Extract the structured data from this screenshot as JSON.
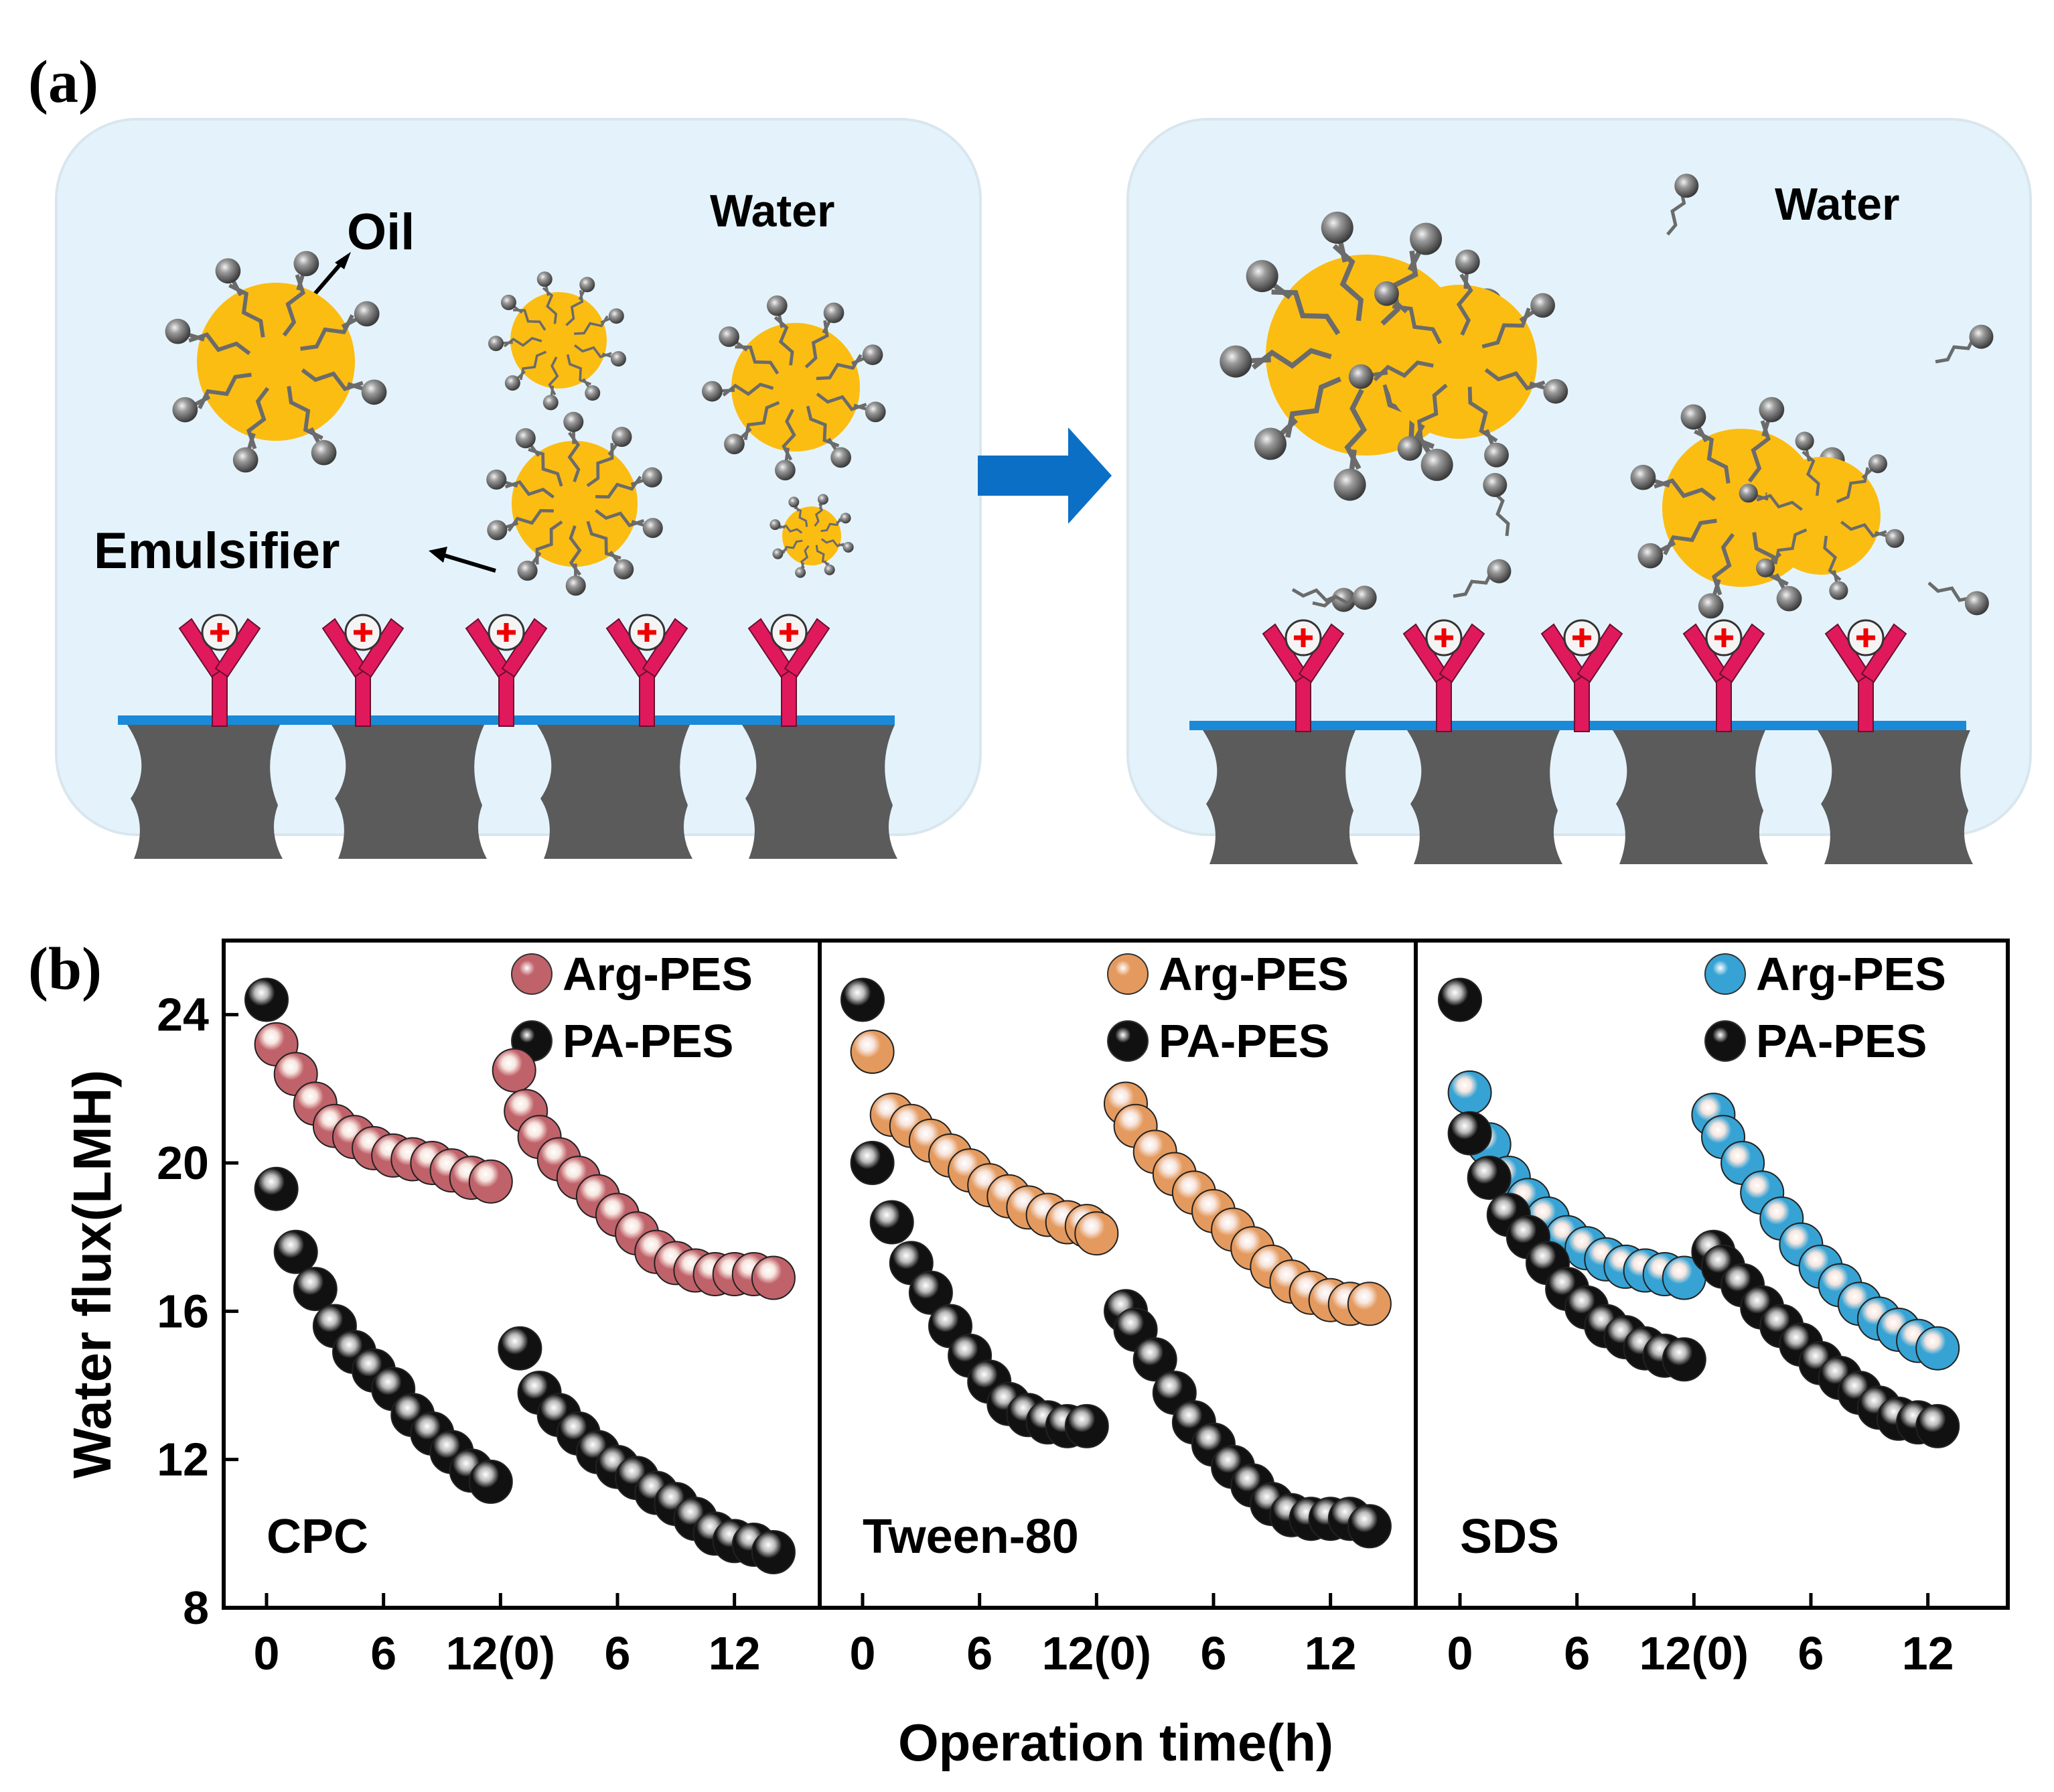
{
  "panel_a": {
    "label": "(a)",
    "left": {
      "water": "Water",
      "oil": "Oil",
      "emulsifier": "Emulsifier"
    },
    "right": {
      "water": "Water"
    },
    "colors": {
      "background": "#e4f3fb",
      "oil": "#fbbd12",
      "membrane": "#1a8ad8",
      "support": "#5b5b5b",
      "antibody": "#e0195d",
      "arrow": "#0b6fc6"
    }
  },
  "panel_b": {
    "label": "(b)"
  },
  "chart_data": {
    "type": "scatter",
    "ylabel": "Water flux(LMH)",
    "xlabel": "Operation time(h)",
    "ylim": [
      8,
      26
    ],
    "yticks": [
      8,
      12,
      16,
      20,
      24
    ],
    "xticks_labels": [
      "0",
      "6",
      "12(0)",
      "6",
      "12"
    ],
    "grid": false,
    "legend_placement": "top-right",
    "panels": [
      {
        "name": "CPC",
        "series": [
          {
            "name": "Arg-PES",
            "color": "#c0626a",
            "x": [
              0.5,
              1.5,
              2.5,
              3.5,
              4.5,
              5.5,
              6.5,
              7.5,
              8.5,
              9.5,
              10.5,
              11.5
            ],
            "y": [
              23.2,
              22.4,
              21.6,
              21.0,
              20.7,
              20.4,
              20.2,
              20.1,
              20.0,
              19.8,
              19.6,
              19.5
            ],
            "x2": [
              12.7,
              13.3,
              14,
              15,
              16,
              17,
              18,
              19,
              20,
              21,
              22,
              23,
              24,
              25,
              26
            ],
            "y2": [
              22.5,
              21.4,
              20.7,
              20.1,
              19.6,
              19.1,
              18.6,
              18.1,
              17.6,
              17.3,
              17.1,
              17.0,
              17.0,
              17.0,
              16.9
            ]
          },
          {
            "name": "PA-PES",
            "color": "#111111",
            "x": [
              0,
              0.5,
              1.5,
              2.5,
              3.5,
              4.5,
              5.5,
              6.5,
              7.5,
              8.5,
              9.5,
              10.5,
              11.5
            ],
            "y": [
              24.4,
              19.3,
              17.6,
              16.6,
              15.6,
              14.9,
              14.4,
              13.9,
              13.2,
              12.7,
              12.2,
              11.7,
              11.4
            ],
            "x2": [
              13,
              14,
              15,
              16,
              17,
              18,
              19,
              20,
              21,
              22,
              23,
              24,
              25,
              26
            ],
            "y2": [
              15.0,
              13.8,
              13.2,
              12.7,
              12.2,
              11.8,
              11.5,
              11.1,
              10.8,
              10.4,
              10.0,
              9.8,
              9.7,
              9.5
            ]
          }
        ]
      },
      {
        "name": "Tween-80",
        "series": [
          {
            "name": "Arg-PES",
            "color": "#e49a5e",
            "x": [
              0.5,
              1.5,
              2.5,
              3.5,
              4.5,
              5.5,
              6.5,
              7.5,
              8.5,
              9.5,
              10.5,
              11.5,
              12
            ],
            "y": [
              23.0,
              21.3,
              21.0,
              20.6,
              20.2,
              19.8,
              19.4,
              19.1,
              18.8,
              18.6,
              18.4,
              18.3,
              18.1
            ],
            "x2": [
              13.5,
              14,
              15,
              16,
              17,
              18,
              19,
              20,
              21,
              22,
              23,
              24,
              25,
              26
            ],
            "y2": [
              21.6,
              21.0,
              20.3,
              19.7,
              19.2,
              18.7,
              18.2,
              17.7,
              17.2,
              16.8,
              16.5,
              16.3,
              16.2,
              16.2
            ]
          },
          {
            "name": "PA-PES",
            "color": "#111111",
            "x": [
              0,
              0.5,
              1.5,
              2.5,
              3.5,
              4.5,
              5.5,
              6.5,
              7.5,
              8.5,
              9.5,
              10.5,
              11.5
            ],
            "y": [
              24.4,
              20.0,
              18.4,
              17.3,
              16.5,
              15.6,
              14.8,
              14.1,
              13.5,
              13.2,
              13.0,
              12.9,
              12.9
            ],
            "x2": [
              13.5,
              14,
              15,
              16,
              17,
              18,
              19,
              20,
              21,
              22,
              23,
              24,
              25,
              26
            ],
            "y2": [
              16.0,
              15.5,
              14.7,
              13.8,
              13.0,
              12.4,
              11.8,
              11.3,
              10.8,
              10.5,
              10.4,
              10.4,
              10.4,
              10.2
            ]
          }
        ]
      },
      {
        "name": "SDS",
        "series": [
          {
            "name": "Arg-PES",
            "color": "#36a3d4",
            "x": [
              0.5,
              1.5,
              2.5,
              3.5,
              4.5,
              5.5,
              6.5,
              7.5,
              8.5,
              9.5,
              10.5,
              11.5
            ],
            "y": [
              21.9,
              20.5,
              19.6,
              19.0,
              18.5,
              18.0,
              17.7,
              17.4,
              17.2,
              17.1,
              17.0,
              16.9
            ],
            "x2": [
              13,
              13.5,
              14.5,
              15.5,
              16.5,
              17.5,
              18.5,
              19.5,
              20.5,
              21.5,
              22.5,
              23.5,
              24.5
            ],
            "y2": [
              21.3,
              20.7,
              20.0,
              19.2,
              18.5,
              17.8,
              17.2,
              16.7,
              16.2,
              15.8,
              15.5,
              15.2,
              15.0
            ]
          },
          {
            "name": "PA-PES",
            "color": "#111111",
            "x": [
              0,
              0.5,
              1.5,
              2.5,
              3.5,
              4.5,
              5.5,
              6.5,
              7.5,
              8.5,
              9.5,
              10.5,
              11.5
            ],
            "y": [
              24.4,
              20.8,
              19.6,
              18.6,
              18.0,
              17.3,
              16.6,
              16.1,
              15.6,
              15.3,
              15.0,
              14.8,
              14.7
            ],
            "x2": [
              13,
              13.5,
              14.5,
              15.5,
              16.5,
              17.5,
              18.5,
              19.5,
              20.5,
              21.5,
              22.5,
              23.5,
              24.5
            ],
            "y2": [
              17.6,
              17.2,
              16.7,
              16.1,
              15.6,
              15.1,
              14.6,
              14.2,
              13.8,
              13.4,
              13.1,
              13.0,
              12.9
            ]
          }
        ]
      }
    ]
  }
}
